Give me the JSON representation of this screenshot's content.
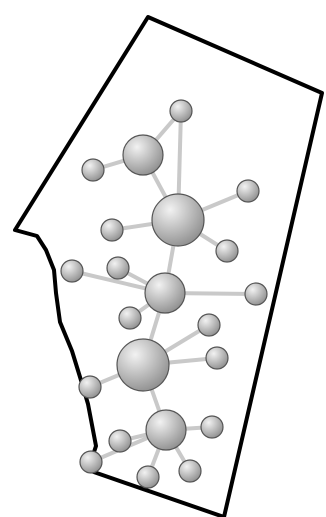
{
  "diagram": {
    "colors": {
      "background": "#ffffff",
      "outline": "#000000",
      "edge": "#c9c9c9",
      "node_light": "#f2f2f2",
      "node_dark": "#8f8f8f",
      "node_stroke": "#555555"
    },
    "nodes": [
      {
        "id": "n1",
        "kind": "hub"
      },
      {
        "id": "n2",
        "kind": "hub"
      },
      {
        "id": "n3",
        "kind": "hub"
      },
      {
        "id": "n4",
        "kind": "hub"
      },
      {
        "id": "n5",
        "kind": "hub"
      },
      {
        "id": "n6",
        "kind": "leaf"
      },
      {
        "id": "n7",
        "kind": "leaf"
      },
      {
        "id": "n8",
        "kind": "leaf"
      },
      {
        "id": "n9",
        "kind": "leaf"
      },
      {
        "id": "n10",
        "kind": "leaf"
      },
      {
        "id": "n11",
        "kind": "leaf"
      },
      {
        "id": "n12",
        "kind": "leaf"
      },
      {
        "id": "n13",
        "kind": "leaf"
      },
      {
        "id": "n14",
        "kind": "leaf"
      },
      {
        "id": "n15",
        "kind": "leaf"
      },
      {
        "id": "n16",
        "kind": "leaf"
      },
      {
        "id": "n17",
        "kind": "leaf"
      },
      {
        "id": "n18",
        "kind": "leaf"
      },
      {
        "id": "n19",
        "kind": "leaf"
      },
      {
        "id": "n20",
        "kind": "leaf"
      },
      {
        "id": "n21",
        "kind": "leaf"
      },
      {
        "id": "n22",
        "kind": "leaf"
      }
    ],
    "edges": [
      [
        "n1",
        "n6"
      ],
      [
        "n1",
        "n7"
      ],
      [
        "n1",
        "n2"
      ],
      [
        "n2",
        "n6"
      ],
      [
        "n2",
        "n8"
      ],
      [
        "n2",
        "n9"
      ],
      [
        "n2",
        "n10"
      ],
      [
        "n2",
        "n3"
      ],
      [
        "n3",
        "n11"
      ],
      [
        "n3",
        "n12"
      ],
      [
        "n3",
        "n13"
      ],
      [
        "n3",
        "n14"
      ],
      [
        "n3",
        "n4"
      ],
      [
        "n4",
        "n15"
      ],
      [
        "n4",
        "n16"
      ],
      [
        "n4",
        "n17"
      ],
      [
        "n4",
        "n5"
      ],
      [
        "n5",
        "n18"
      ],
      [
        "n5",
        "n19"
      ],
      [
        "n5",
        "n20"
      ],
      [
        "n5",
        "n21"
      ],
      [
        "n5",
        "n22"
      ]
    ]
  }
}
